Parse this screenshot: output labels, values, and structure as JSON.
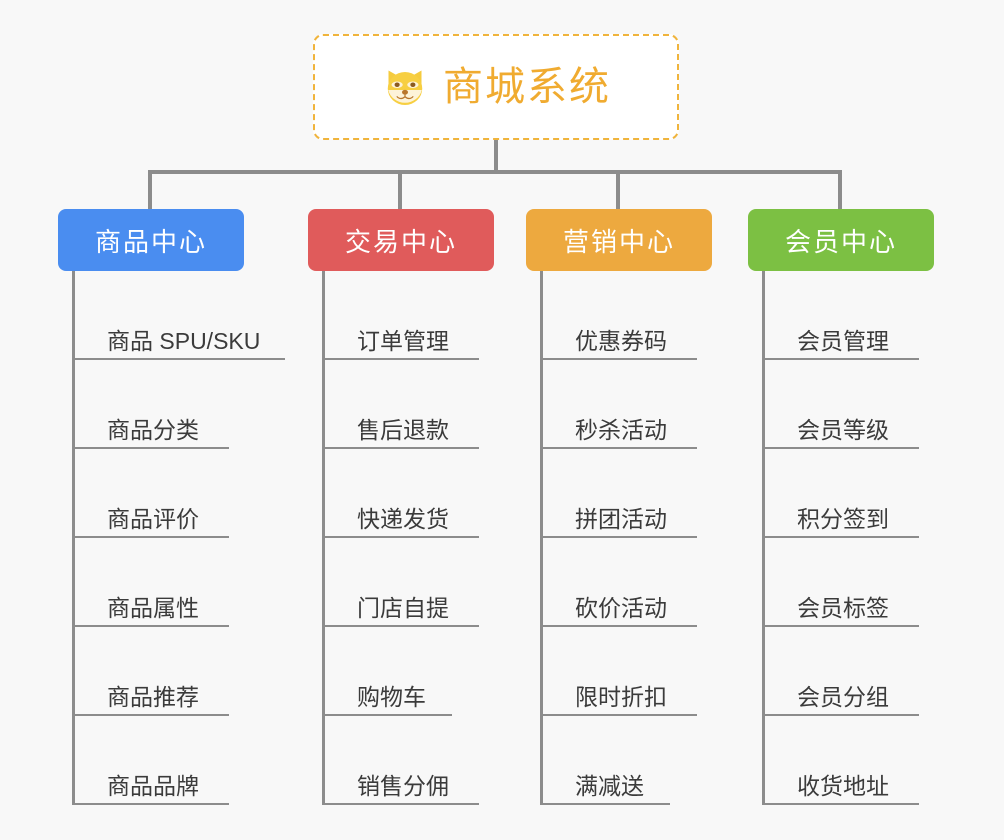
{
  "page": {
    "background_color": "#f8f8f8",
    "line_color": "#8c8c8c"
  },
  "root": {
    "title": "商城系统",
    "icon": "shiba-inu-dog-face-icon",
    "text_color": "#f0ab30",
    "border_color": "#f0b43c",
    "background_color": "#ffffff"
  },
  "columns": [
    {
      "header": "商品中心",
      "color": "#4a8df0",
      "items": [
        {
          "label": "商品 SPU/SKU",
          "rule": "w6"
        },
        {
          "label": "商品分类",
          "rule": "w4"
        },
        {
          "label": "商品评价",
          "rule": "w4"
        },
        {
          "label": "商品属性",
          "rule": "w4"
        },
        {
          "label": "商品推荐",
          "rule": "w4"
        },
        {
          "label": "商品品牌",
          "rule": "w4"
        }
      ]
    },
    {
      "header": "交易中心",
      "color": "#e05b5b",
      "items": [
        {
          "label": "订单管理",
          "rule": "w4"
        },
        {
          "label": "售后退款",
          "rule": "w4"
        },
        {
          "label": "快递发货",
          "rule": "w4"
        },
        {
          "label": "门店自提",
          "rule": "w4"
        },
        {
          "label": "购物车",
          "rule": "w3"
        },
        {
          "label": "销售分佣",
          "rule": "w4"
        }
      ]
    },
    {
      "header": "营销中心",
      "color": "#eda93f",
      "items": [
        {
          "label": "优惠券码",
          "rule": "w4"
        },
        {
          "label": "秒杀活动",
          "rule": "w4"
        },
        {
          "label": "拼团活动",
          "rule": "w4"
        },
        {
          "label": "砍价活动",
          "rule": "w4"
        },
        {
          "label": "限时折扣",
          "rule": "w4"
        },
        {
          "label": "满减送",
          "rule": "w3"
        }
      ]
    },
    {
      "header": "会员中心",
      "color": "#7cc043",
      "items": [
        {
          "label": "会员管理",
          "rule": "w4"
        },
        {
          "label": "会员等级",
          "rule": "w4"
        },
        {
          "label": "积分签到",
          "rule": "w4"
        },
        {
          "label": "会员标签",
          "rule": "w4"
        },
        {
          "label": "会员分组",
          "rule": "w4"
        },
        {
          "label": "收货地址",
          "rule": "w4"
        }
      ]
    }
  ]
}
